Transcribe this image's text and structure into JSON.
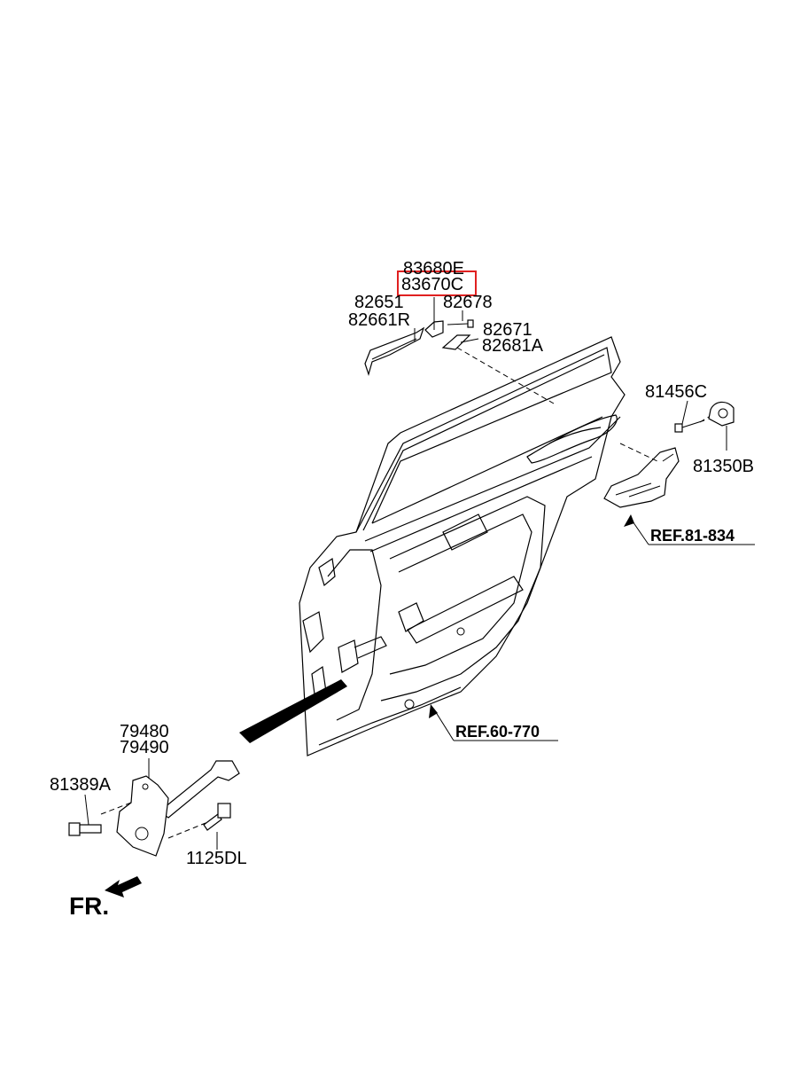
{
  "part_labels": {
    "p83680E": "83680E",
    "p83670C": "83670C",
    "p82651": "82651",
    "p82661R": "82661R",
    "p82678": "82678",
    "p82671": "82671",
    "p82681A": "82681A",
    "p81456C": "81456C",
    "p81350B": "81350B",
    "p79480": "79480",
    "p79490": "79490",
    "p81389A": "81389A",
    "p1125DL": "1125DL"
  },
  "references": {
    "ref_81_834": "REF.81-834",
    "ref_60_770": "REF.60-770"
  },
  "direction_label": "FR.",
  "highlighted_part": "83670C",
  "colors": {
    "highlight": "#e02020",
    "line": "#000000",
    "background": "#ffffff"
  }
}
